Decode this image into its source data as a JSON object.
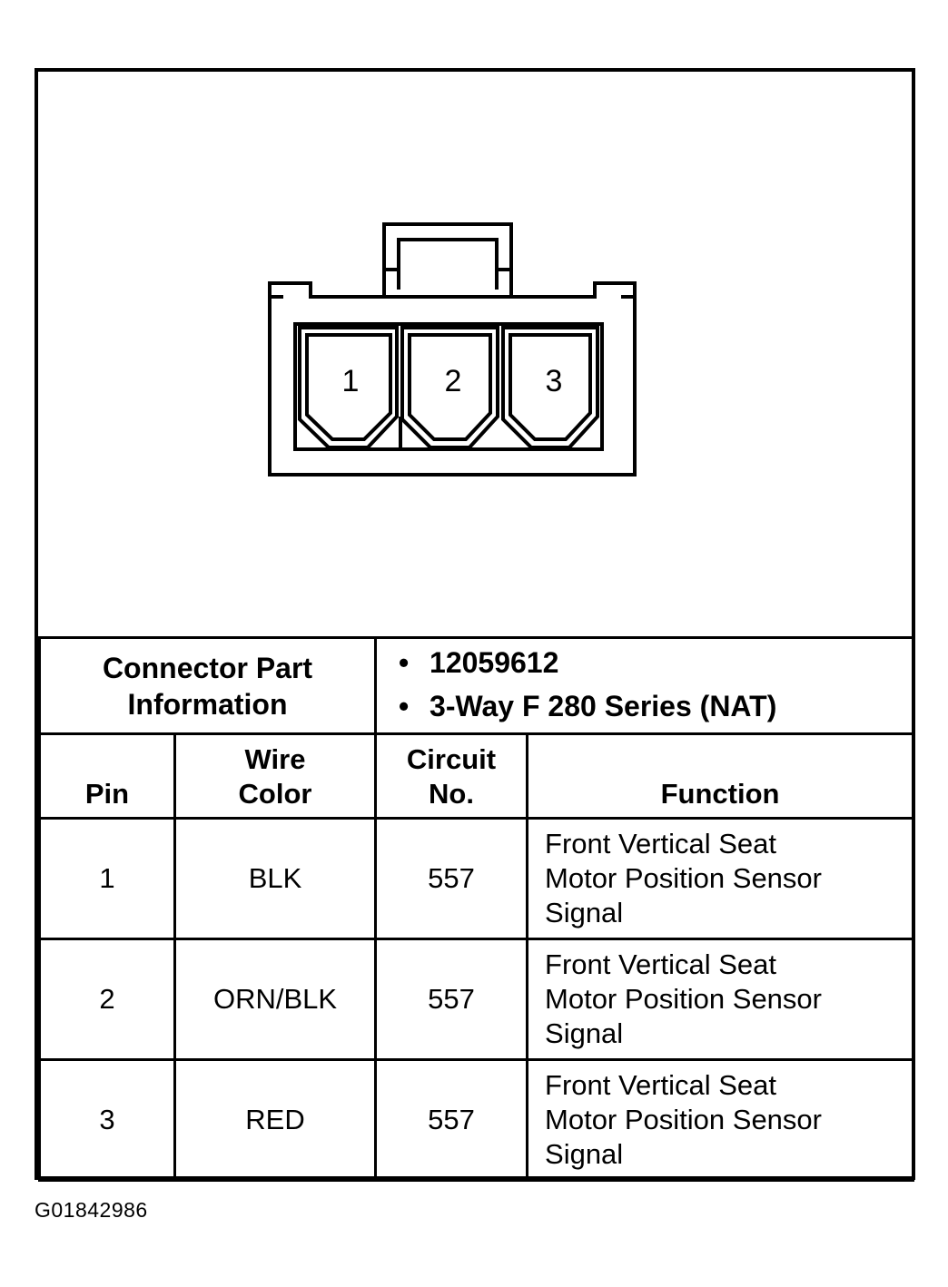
{
  "connector": {
    "cavities": [
      "1",
      "2",
      "3"
    ]
  },
  "part_info": {
    "label_line1": "Connector Part",
    "label_line2": "Information",
    "items": [
      "12059612",
      "3-Way F 280 Series (NAT)"
    ]
  },
  "table": {
    "headers": {
      "pin": "Pin",
      "wire_color_line1": "Wire",
      "wire_color_line2": "Color",
      "circuit_line1": "Circuit",
      "circuit_line2": "No.",
      "function": "Function"
    },
    "rows": [
      {
        "pin": "1",
        "wire_color": "BLK",
        "circuit": "557",
        "function_lines": [
          "Front Vertical Seat",
          "Motor Position Sensor",
          "Signal"
        ]
      },
      {
        "pin": "2",
        "wire_color": "ORN/BLK",
        "circuit": "557",
        "function_lines": [
          "Front Vertical Seat",
          "Motor Position Sensor",
          "Signal"
        ]
      },
      {
        "pin": "3",
        "wire_color": "RED",
        "circuit": "557",
        "function_lines": [
          "Front Vertical Seat",
          "Motor Position Sensor",
          "Signal"
        ]
      }
    ]
  },
  "figure_id": "G01842986"
}
